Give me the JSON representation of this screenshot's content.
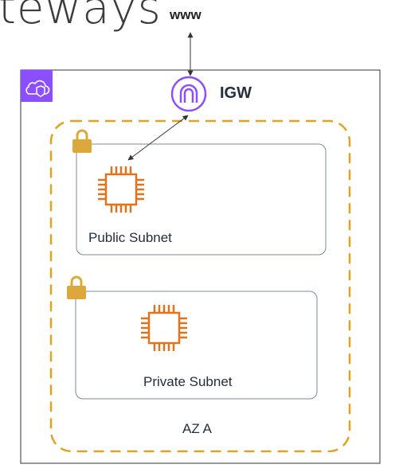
{
  "title": "teways",
  "external": {
    "label": "www"
  },
  "gateway": {
    "label": "IGW",
    "icon": "internet-gateway-icon",
    "color": "#8c4fff"
  },
  "vpc": {
    "icon": "vpc-cloud-icon",
    "color": "#8c4fff"
  },
  "availability_zone": {
    "label": "AZ A",
    "border_color": "#e3a21a"
  },
  "subnets": [
    {
      "label": "Public Subnet",
      "lock_icon": "lock-icon",
      "instance_icon": "ec2-instance-icon"
    },
    {
      "label": "Private Subnet",
      "lock_icon": "lock-icon",
      "instance_icon": "ec2-instance-icon"
    }
  ],
  "colors": {
    "instance": "#e2721b",
    "lock": "#dda83b",
    "frame": "#333333",
    "subnet_border": "#7d8998"
  }
}
